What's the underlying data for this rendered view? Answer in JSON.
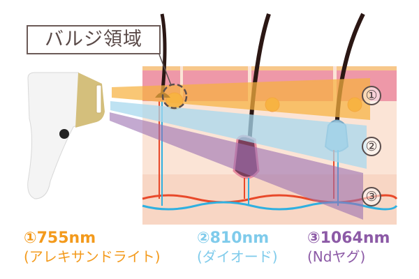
{
  "callout": {
    "label": "バルジ領域"
  },
  "markers": [
    "①",
    "②",
    "③"
  ],
  "wavelengths": [
    {
      "title": "①755nm",
      "name": "(アレキサンドライト)",
      "color": "#f39a1c"
    },
    {
      "title": "②810nm",
      "name": "(ダイオード)",
      "color": "#7fcbeb"
    },
    {
      "title": "③1064nm",
      "name": "(Ndヤグ)",
      "color": "#8c5aa6"
    }
  ]
}
